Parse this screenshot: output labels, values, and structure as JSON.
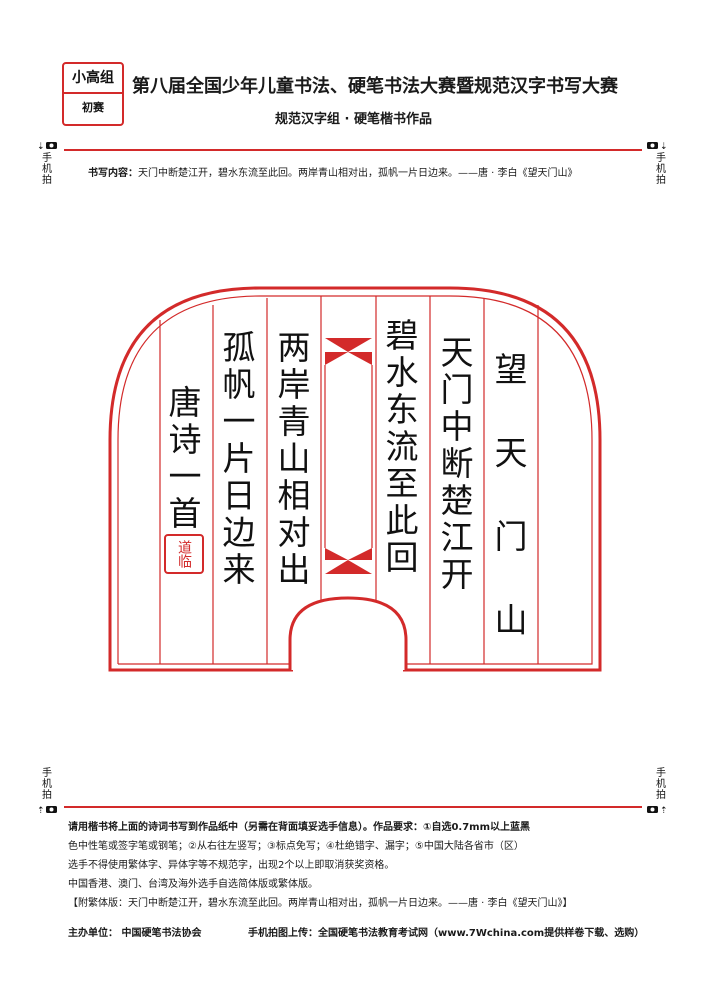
{
  "header": {
    "badge_top": "小高组",
    "badge_bottom": "初赛",
    "title": "第八届全国少年儿童书法、硬笔书法大赛暨规范汉字书写大赛",
    "subtitle": "规范汉字组 · 硬笔楷书作品"
  },
  "side_labels": {
    "phone_shot": "手机拍"
  },
  "content_line": {
    "label": "书写内容：",
    "text": "天门中断楚江开，碧水东流至此回。两岸青山相对出，孤帆一片日边来。——唐 · 李白《望天门山》"
  },
  "artwork": {
    "columns": [
      "望 天 门 山",
      "天门中断楚江开",
      "碧水东流至此回",
      "两岸青山相对出",
      "孤帆一片日边来",
      "唐诗一首"
    ],
    "seal_text": "道临"
  },
  "requirements": {
    "line1": "请用楷书将上面的诗词书写到作品纸中（另需在背面填妥选手信息）。作品要求：①自选0.7mm以上蓝黑",
    "line2": "色中性笔或签字笔或钢笔；②从右往左竖写；③标点免写；④杜绝错字、漏字；⑤中国大陆各省市（区）",
    "line3": "选手不得使用繁体字、异体字等不规范字，出现2个以上即取消获奖资格。",
    "line4": "中国香港、澳门、台湾及海外选手自选简体版或繁体版。",
    "line5": "【附繁体版：天门中断楚江开，碧水东流至此回。两岸青山相对出，孤帆一片日边来。——唐 · 李白《望天门山》】"
  },
  "footer": {
    "organizer": "主办单位： 中国硬笔书法协会",
    "upload": "手机拍图上传：全国硬笔书法教育考试网（www.7Wchina.com提供样卷下载、选购）"
  },
  "colors": {
    "accent_red": "#d32a2a"
  }
}
